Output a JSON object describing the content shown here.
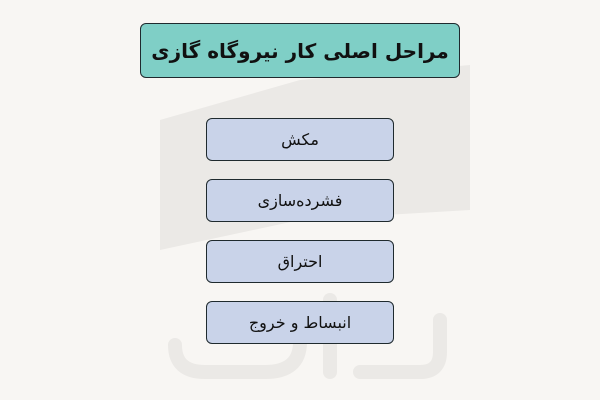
{
  "title": "مراحل اصلی کار نیروگاه گازی",
  "steps": [
    "مکش",
    "فشرده‌سازی",
    "احتراق",
    "انبساط و خروج"
  ],
  "colors": {
    "background": "#f8f6f3",
    "title_fill": "#7fcfc6",
    "step_fill": "#c9d3e9",
    "border": "#1f2a2e"
  },
  "watermark": {
    "text": "فرادرس",
    "icon": "book-logo-icon"
  }
}
